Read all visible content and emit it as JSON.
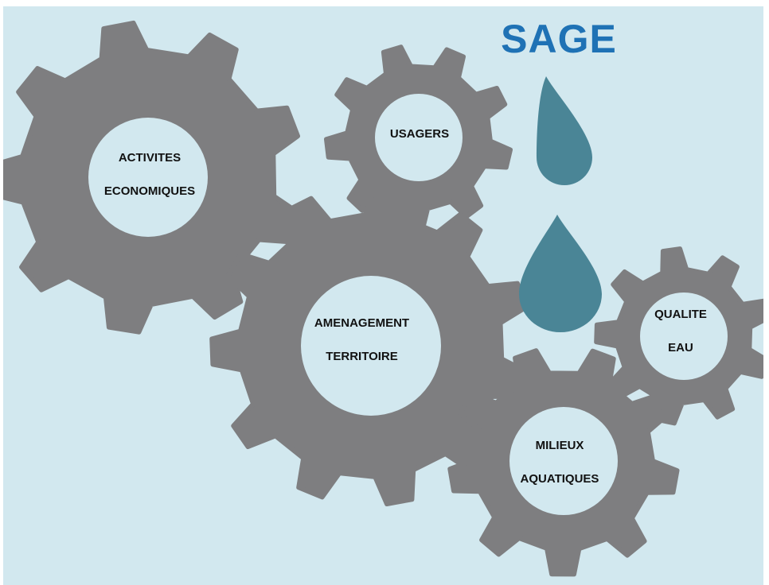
{
  "title": "SAGE",
  "colors": {
    "background": "#d2e8ef",
    "gear": "#7e7e80",
    "gear_hub": "#d2e8ef",
    "drop": "#4a8596",
    "title": "#1f72b5",
    "label": "#111111"
  },
  "gears": [
    {
      "line1": "ACTIVITES",
      "line2": "ECONOMIQUES"
    },
    {
      "line1": "USAGERS",
      "line2": ""
    },
    {
      "line1": "AMENAGEMENT",
      "line2": "TERRITOIRE"
    },
    {
      "line1": "QUALITE",
      "line2": "EAU"
    },
    {
      "line1": "MILIEUX",
      "line2": "AQUATIQUES"
    }
  ],
  "icons": [
    "gear-icon",
    "water-drop-icon"
  ]
}
